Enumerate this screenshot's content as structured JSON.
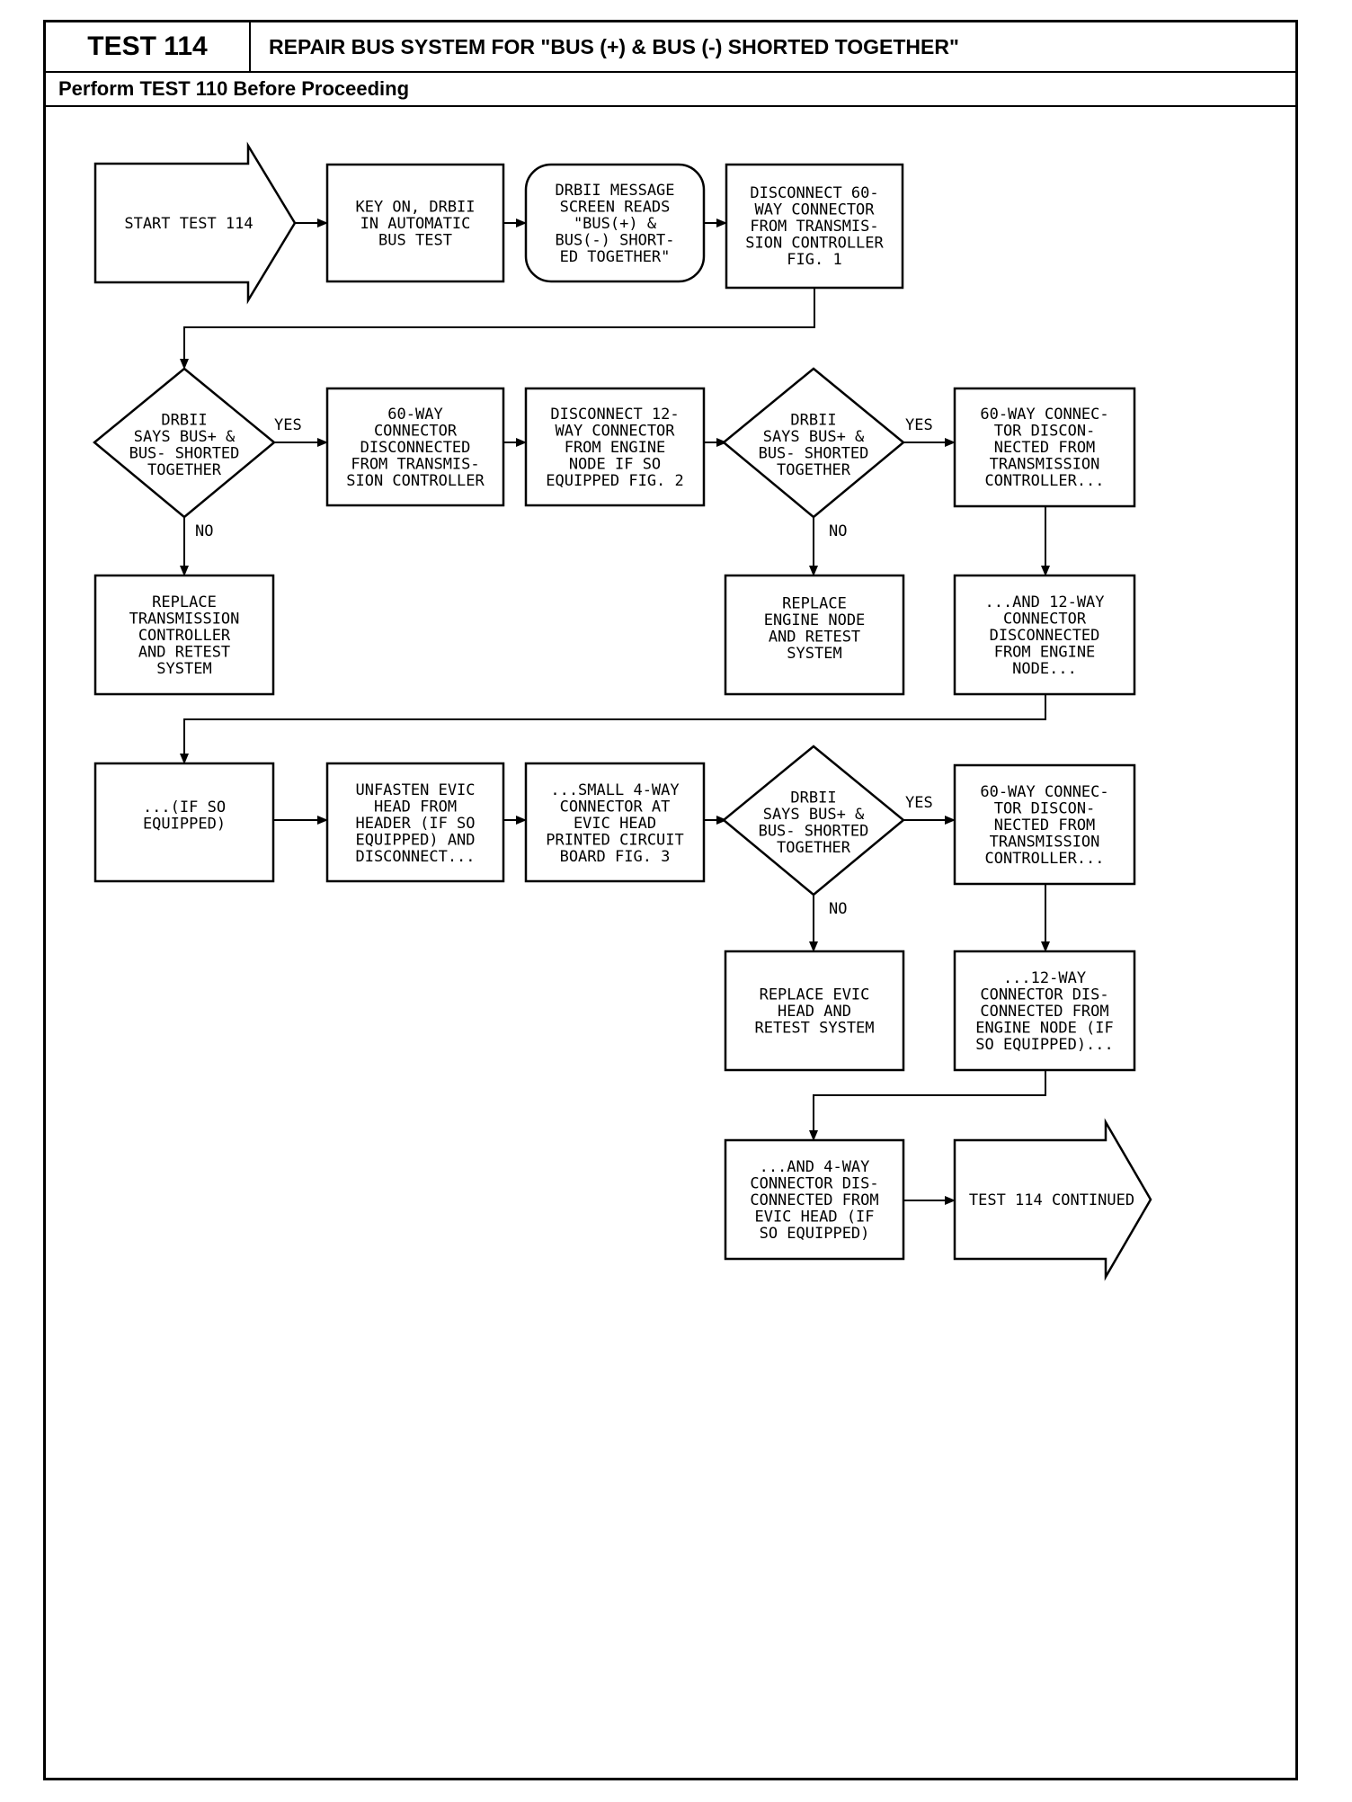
{
  "header": {
    "test_label": "TEST 114",
    "title": "REPAIR BUS SYSTEM FOR \"BUS (+) & BUS (-) SHORTED TOGETHER\"",
    "prerequisite": "Perform TEST 110 Before Proceeding"
  },
  "flow": {
    "start": [
      "START TEST 114"
    ],
    "key_on": [
      "KEY ON, DRBII",
      "IN AUTOMATIC",
      "BUS TEST"
    ],
    "message": [
      "DRBII MESSAGE",
      "SCREEN READS",
      "\"BUS(+) &",
      "BUS(-) SHORT-",
      "ED TOGETHER\""
    ],
    "disconnect_60": [
      "DISCONNECT 60-",
      "WAY CONNECTOR",
      "FROM TRANSMIS-",
      "SION CONTROLLER",
      "FIG. 1"
    ],
    "decision_1": [
      "DRBII",
      "SAYS BUS+ &",
      "BUS- SHORTED",
      "TOGETHER"
    ],
    "replace_tc": [
      "REPLACE",
      "TRANSMISSION",
      "CONTROLLER",
      "AND RETEST",
      "SYSTEM"
    ],
    "connector_60_disc": [
      "60-WAY",
      "CONNECTOR",
      "DISCONNECTED",
      "FROM TRANSMIS-",
      "SION CONTROLLER"
    ],
    "disconnect_12": [
      "DISCONNECT 12-",
      "WAY CONNECTOR",
      "FROM ENGINE",
      "NODE IF SO",
      "EQUIPPED FIG. 2"
    ],
    "decision_2": [
      "DRBII",
      "SAYS BUS+ &",
      "BUS- SHORTED",
      "TOGETHER"
    ],
    "replace_en": [
      "REPLACE",
      "ENGINE NODE",
      "AND RETEST",
      "SYSTEM"
    ],
    "r2_60": [
      "60-WAY CONNEC-",
      "TOR DISCON-",
      "NECTED FROM",
      "TRANSMISSION",
      "CONTROLLER..."
    ],
    "r2_12": [
      "...AND 12-WAY",
      "CONNECTOR",
      "DISCONNECTED",
      "FROM ENGINE",
      "NODE..."
    ],
    "if_equipped": [
      "...(IF SO",
      "EQUIPPED)"
    ],
    "unfasten": [
      "UNFASTEN EVIC",
      "HEAD FROM",
      "HEADER (IF SO",
      "EQUIPPED) AND",
      "DISCONNECT..."
    ],
    "small_4": [
      "...SMALL 4-WAY",
      "CONNECTOR AT",
      "EVIC HEAD",
      "PRINTED CIRCUIT",
      "BOARD FIG. 3"
    ],
    "decision_3": [
      "DRBII",
      "SAYS BUS+ &",
      "BUS- SHORTED",
      "TOGETHER"
    ],
    "replace_evic": [
      "REPLACE EVIC",
      "HEAD AND",
      "RETEST SYSTEM"
    ],
    "r3_60": [
      "60-WAY CONNEC-",
      "TOR DISCON-",
      "NECTED FROM",
      "TRANSMISSION",
      "CONTROLLER..."
    ],
    "r3_12": [
      "...12-WAY",
      "CONNECTOR DIS-",
      "CONNECTED FROM",
      "ENGINE NODE (IF",
      "SO EQUIPPED)..."
    ],
    "r4_4": [
      "...AND 4-WAY",
      "CONNECTOR DIS-",
      "CONNECTED FROM",
      "EVIC HEAD (IF",
      "SO EQUIPPED)"
    ],
    "continued": [
      "TEST 114 CONTINUED"
    ],
    "yes": "YES",
    "no": "NO"
  }
}
